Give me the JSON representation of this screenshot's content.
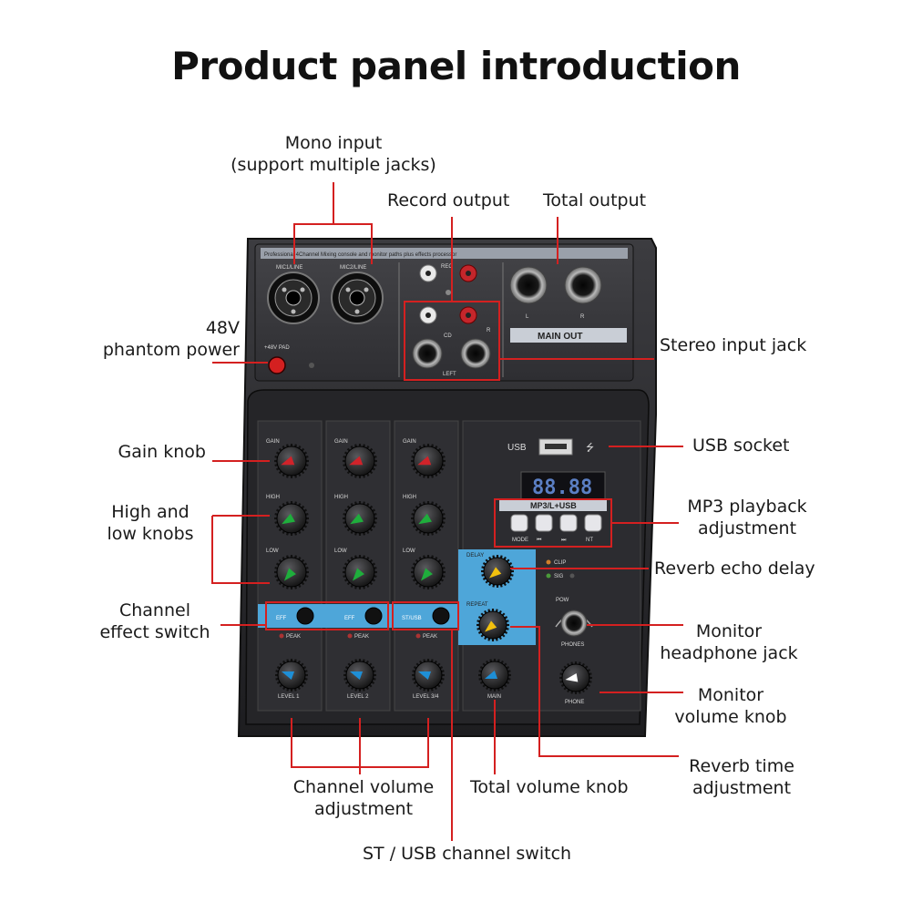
{
  "title": "Product panel introduction",
  "callouts": {
    "mono_input_1": "Mono input",
    "mono_input_2": "(support multiple jacks)",
    "record_output": "Record output",
    "total_output": "Total output",
    "phantom_1": "48V",
    "phantom_2": "phantom power",
    "stereo_input": "Stereo input jack",
    "gain_knob": "Gain knob",
    "usb_socket": "USB socket",
    "high_low_1": "High and",
    "high_low_2": "low knobs",
    "mp3_1": "MP3 playback",
    "mp3_2": "adjustment",
    "reverb_delay": "Reverb echo delay",
    "effect_switch_1": "Channel",
    "effect_switch_2": "effect switch",
    "headphone_1": "Monitor",
    "headphone_2": "headphone jack",
    "monitor_vol_1": "Monitor",
    "monitor_vol_2": "volume knob",
    "reverb_time_1": "Reverb time",
    "reverb_time_2": "adjustment",
    "channel_vol_1": "Channel volume",
    "channel_vol_2": "adjustment",
    "total_vol": "Total volume knob",
    "st_usb": "ST / USB channel switch"
  },
  "panel": {
    "header_text": "Professional 4Channel Mixing console and monitor paths plus effects processor",
    "mic1": "MIC1/LINE",
    "mic2": "MIC2/LINE",
    "phantom": "+48V PAD",
    "rec": "REC",
    "cd": "CD",
    "left": "LEFT",
    "l": "L",
    "r": "R",
    "main_out": "MAIN OUT",
    "gain": "GAIN",
    "high": "HIGH",
    "low": "LOW",
    "eff": "EFF",
    "st_usb": "ST/USB",
    "peak": "PEAK",
    "level1": "LEVEL 1",
    "level2": "LEVEL 2",
    "level34": "LEVEL 3/4",
    "main": "MAIN",
    "usb": "USB",
    "display": "88.88",
    "mp3_usb": "MP3/L+USB",
    "mp3_buttons": [
      "MODE",
      "⏮",
      "⏭",
      "NT"
    ],
    "delay": "DELAY",
    "repeat": "REPEAT",
    "clip": "CLIP",
    "sig": "SIG",
    "pow": "POW",
    "phones": "PHONES",
    "phone": "PHONE"
  },
  "colors": {
    "panel_dark": "#2b2b2e",
    "panel_mid": "#3a3a3e",
    "highlight_red": "#d42020",
    "accent_blue": "#4ea6d9",
    "knob_red": "#d0232a",
    "knob_green": "#1fae3c",
    "knob_blue": "#1e8fd6",
    "knob_yellow": "#f2c10e"
  }
}
